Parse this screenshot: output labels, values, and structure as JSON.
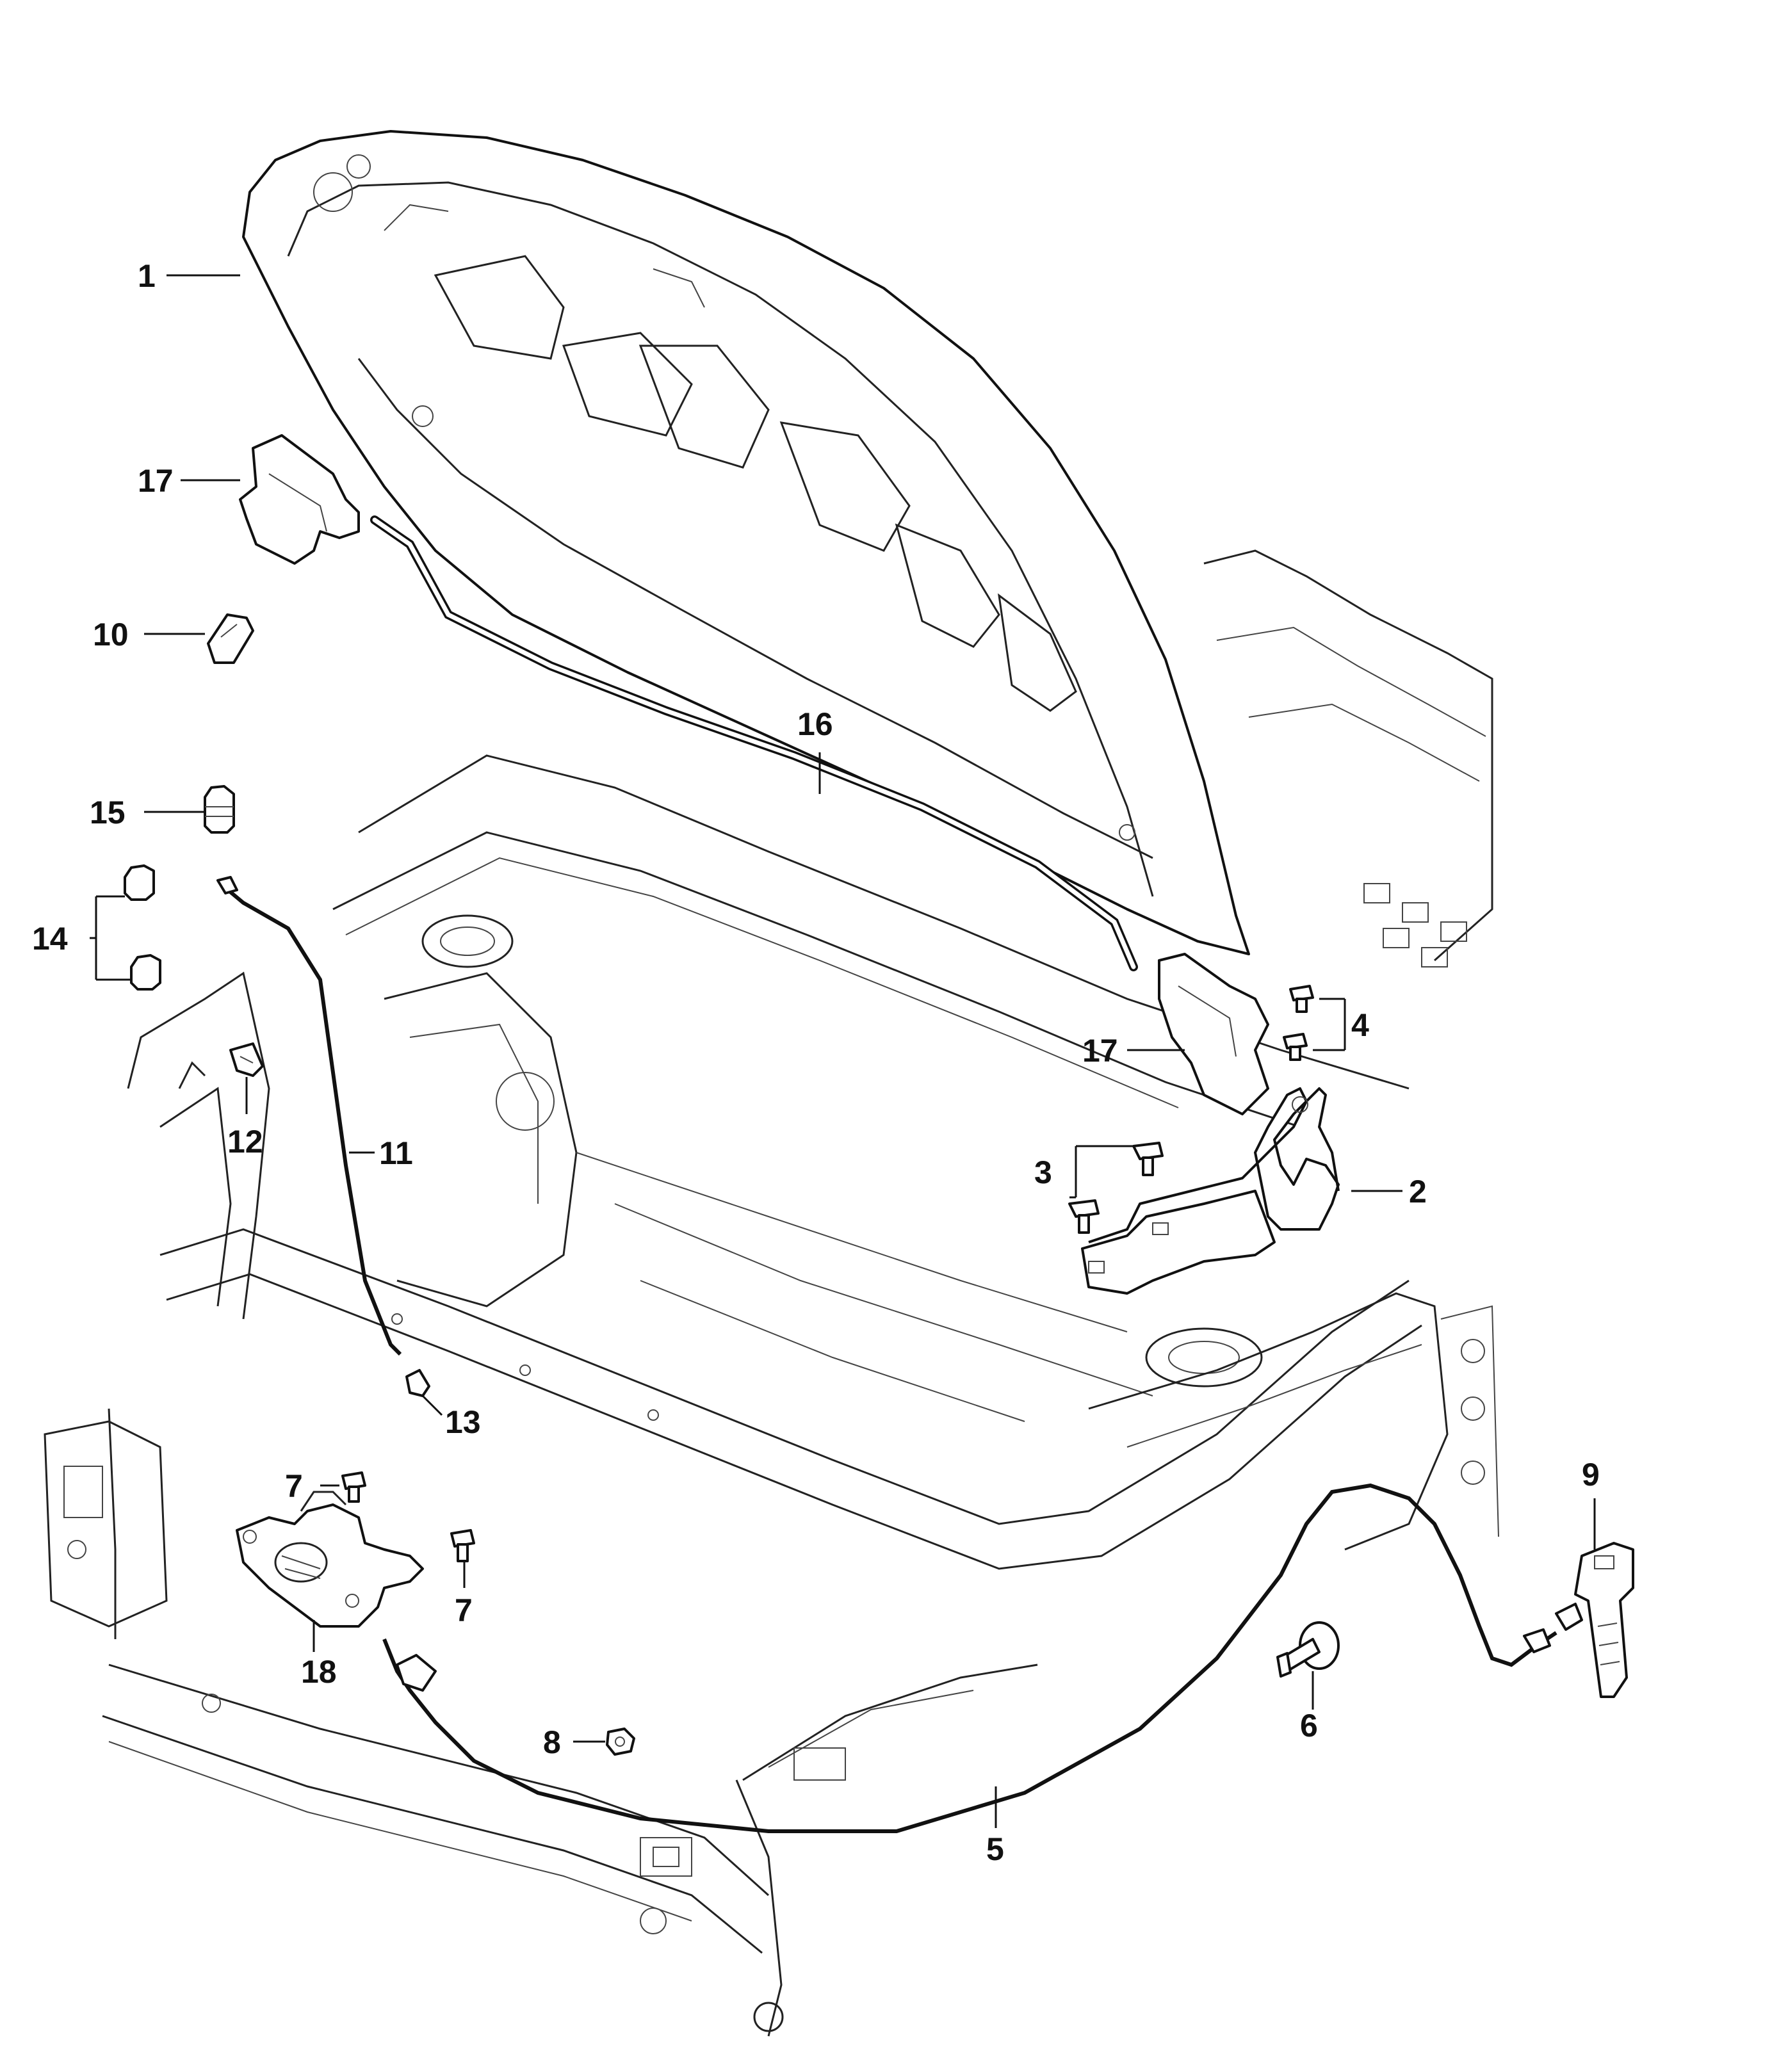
{
  "callouts": {
    "c1": "1",
    "c2": "2",
    "c3": "3",
    "c4": "4",
    "c5": "5",
    "c6": "6",
    "c7a": "7",
    "c7b": "7",
    "c8": "8",
    "c9": "9",
    "c10": "10",
    "c11": "11",
    "c12": "12",
    "c13": "13",
    "c14": "14",
    "c15": "15",
    "c16": "16",
    "c17a": "17",
    "c17b": "17",
    "c18": "18"
  }
}
